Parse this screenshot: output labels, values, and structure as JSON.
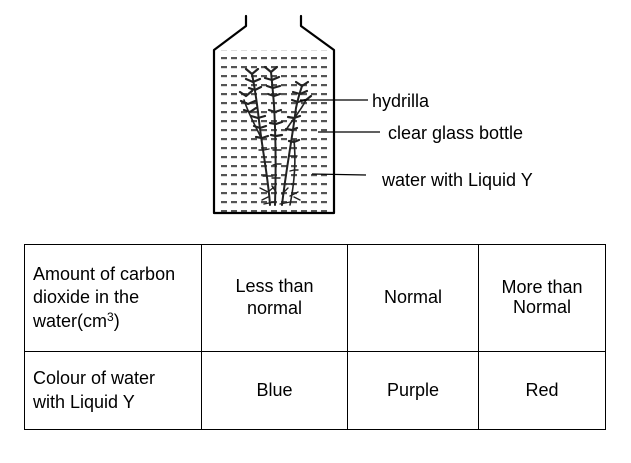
{
  "diagram": {
    "labels": {
      "plant": "hydrilla",
      "bottle": "clear glass bottle",
      "liquid": "water with Liquid Y"
    }
  },
  "table": {
    "row1": {
      "header_line1": "Amount of carbon",
      "header_line2": "dioxide in the",
      "header_line3_text": "water(cm",
      "header_line3_sup": "3",
      "header_line3_close": ")",
      "cells": [
        {
          "line1": "Less than",
          "line2": "normal"
        },
        {
          "line1": "Normal"
        },
        {
          "line1": "More than",
          "line2": "Normal"
        }
      ]
    },
    "row2": {
      "header_line1": "Colour of water",
      "header_line2": "with Liquid Y",
      "cells": [
        "Blue",
        "Purple",
        "Red"
      ]
    }
  }
}
